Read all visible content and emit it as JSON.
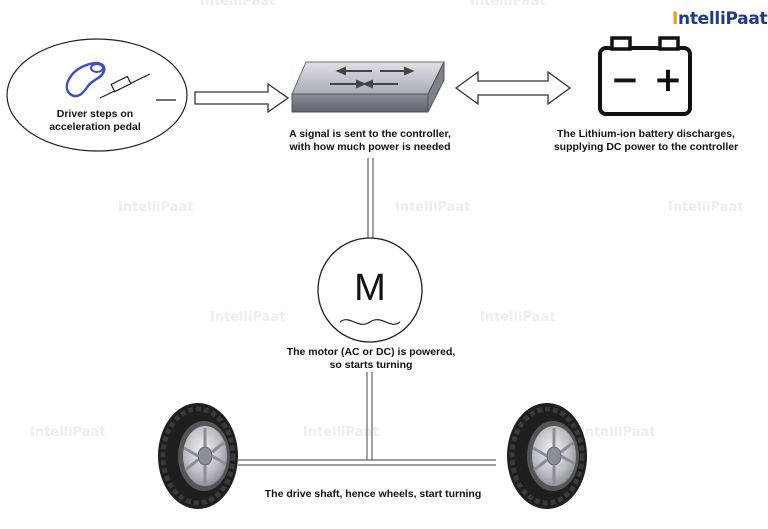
{
  "brand": {
    "logo_first": "I",
    "logo_rest": "ntelliPaat",
    "accent": "#f39c12",
    "primary": "#1f3c88"
  },
  "watermarks": [
    "IntelliPaat",
    "IntelliPaat",
    "IntelliPaat",
    "IntelliPaat",
    "IntelliPaat",
    "IntelliPaat",
    "IntelliPaat",
    "IntelliPaat",
    "IntelliPaat",
    "IntelliPaat"
  ],
  "nodes": {
    "pedal": {
      "line1": "Driver steps on",
      "line2": "acceleration pedal",
      "icon": "footprint-pedal-icon"
    },
    "controller": {
      "line1": "A signal is sent to the controller,",
      "line2": "with how much power is needed",
      "icon": "controller-box-icon"
    },
    "battery": {
      "line1": "The Lithium-ion battery discharges,",
      "line2": "supplying DC power to the controller",
      "icon": "battery-icon",
      "minus": "−",
      "plus": "+"
    },
    "motor": {
      "symbol": "M",
      "line1": "The motor (AC or DC) is powered,",
      "line2": "so starts turning",
      "icon": "motor-icon"
    },
    "wheels": {
      "line1": "The drive shaft, hence wheels, start turning",
      "icon": "tire-icon"
    }
  }
}
